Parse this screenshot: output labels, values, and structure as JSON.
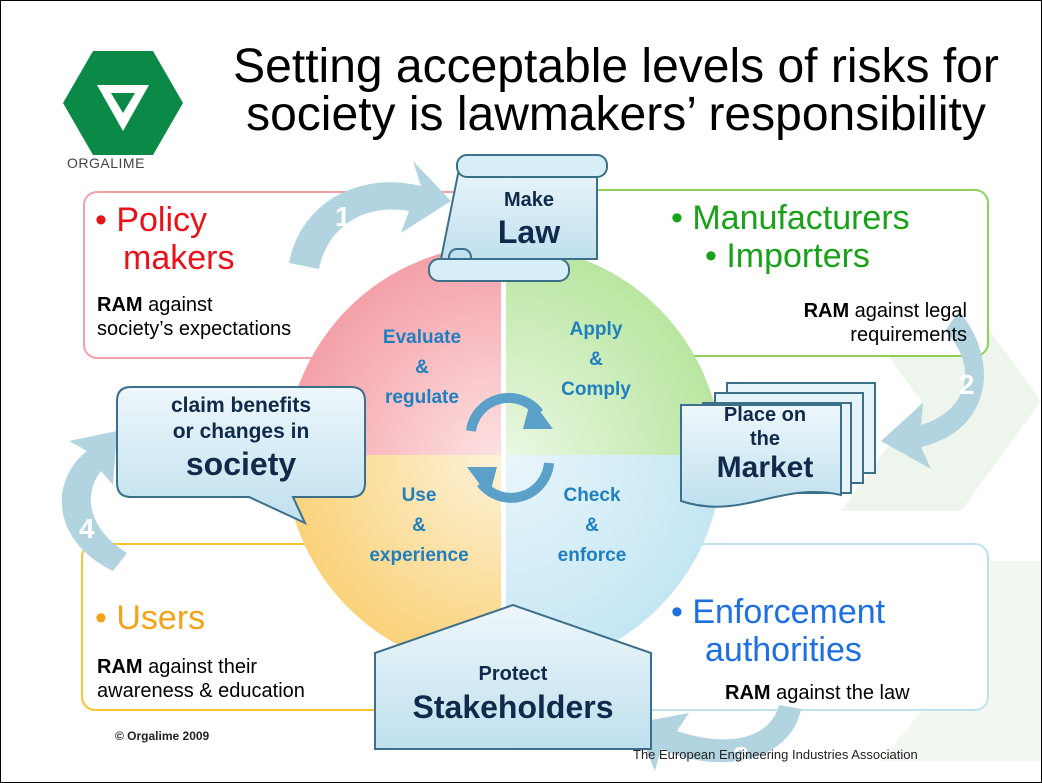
{
  "title_line1": "Setting acceptable levels of risks for",
  "title_line2": "society is lawmakers’ responsibility",
  "logo": {
    "text": "ORGALIME",
    "color": "#0a8a46"
  },
  "policy": {
    "role_line1": "• Policy",
    "role_line2": "makers",
    "ram_bold": "RAM",
    "ram_line1": " against",
    "ram_line2": "society’s expectations",
    "color": "#e8131a"
  },
  "manufacturers": {
    "role_line1": "• Manufacturers",
    "role_line2": "• Importers",
    "ram_bold": "RAM",
    "ram_line1": " against legal",
    "ram_line2": "requirements",
    "color": "#1aa11a"
  },
  "users": {
    "role": "• Users",
    "ram_bold": "RAM",
    "ram_line1": " against their",
    "ram_line2": "awareness & education",
    "color": "#f4a21a"
  },
  "enforcement": {
    "role_line1": "• Enforcement",
    "role_line2": "authorities",
    "ram_bold": "RAM",
    "ram_rest": " against the law",
    "color": "#1e6fe0"
  },
  "quadrants": {
    "evaluate": [
      "Evaluate",
      "&",
      "regulate"
    ],
    "apply": [
      "Apply",
      "&",
      "Comply"
    ],
    "use": [
      "Use",
      "&",
      "experience"
    ],
    "check": [
      "Check",
      "&",
      "enforce"
    ]
  },
  "make_law": {
    "line1": "Make",
    "line2": "Law"
  },
  "market": {
    "line1": "Place on",
    "line2": "the",
    "line3": "Market"
  },
  "society": {
    "line1": "claim benefits",
    "line2": "or changes in",
    "line3": "society"
  },
  "stakeholders": {
    "line1": "Protect",
    "line2": "Stakeholders"
  },
  "steps": [
    "1",
    "2",
    "3",
    "4"
  ],
  "footer_left": "© Orgalime 2009",
  "footer_right": "The European Engineering Industries Association"
}
